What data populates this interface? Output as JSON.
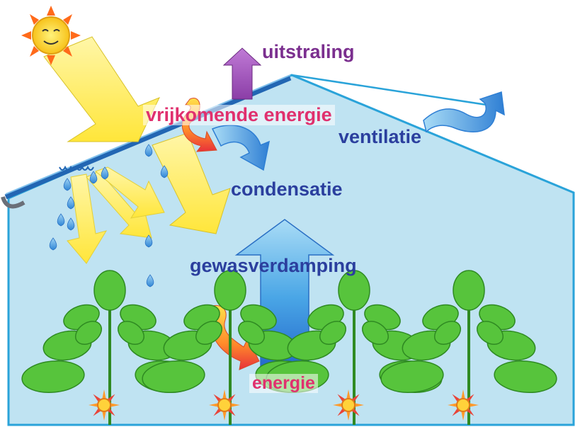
{
  "labels": {
    "uitstraling": "uitstraling",
    "vrijkomende_energie": "vrijkomende energie",
    "ventilatie": "ventilatie",
    "condensatie": "condensatie",
    "gewasverdamping": "gewasverdamping",
    "energie": "energie"
  },
  "colors": {
    "blue_label": "#2b3f9e",
    "purple_label": "#7b2f8f",
    "pink_label": "#e0306e",
    "greenhouse_fill": "#bfe3f2",
    "greenhouse_outline": "#2aa3d9",
    "sun_yellow": "#ffe84a",
    "leaf_green": "#57c43c"
  },
  "icons": [
    "sun-icon",
    "sun-ray-arrow",
    "water-drop-icon",
    "plant-icon",
    "flower-icon"
  ]
}
